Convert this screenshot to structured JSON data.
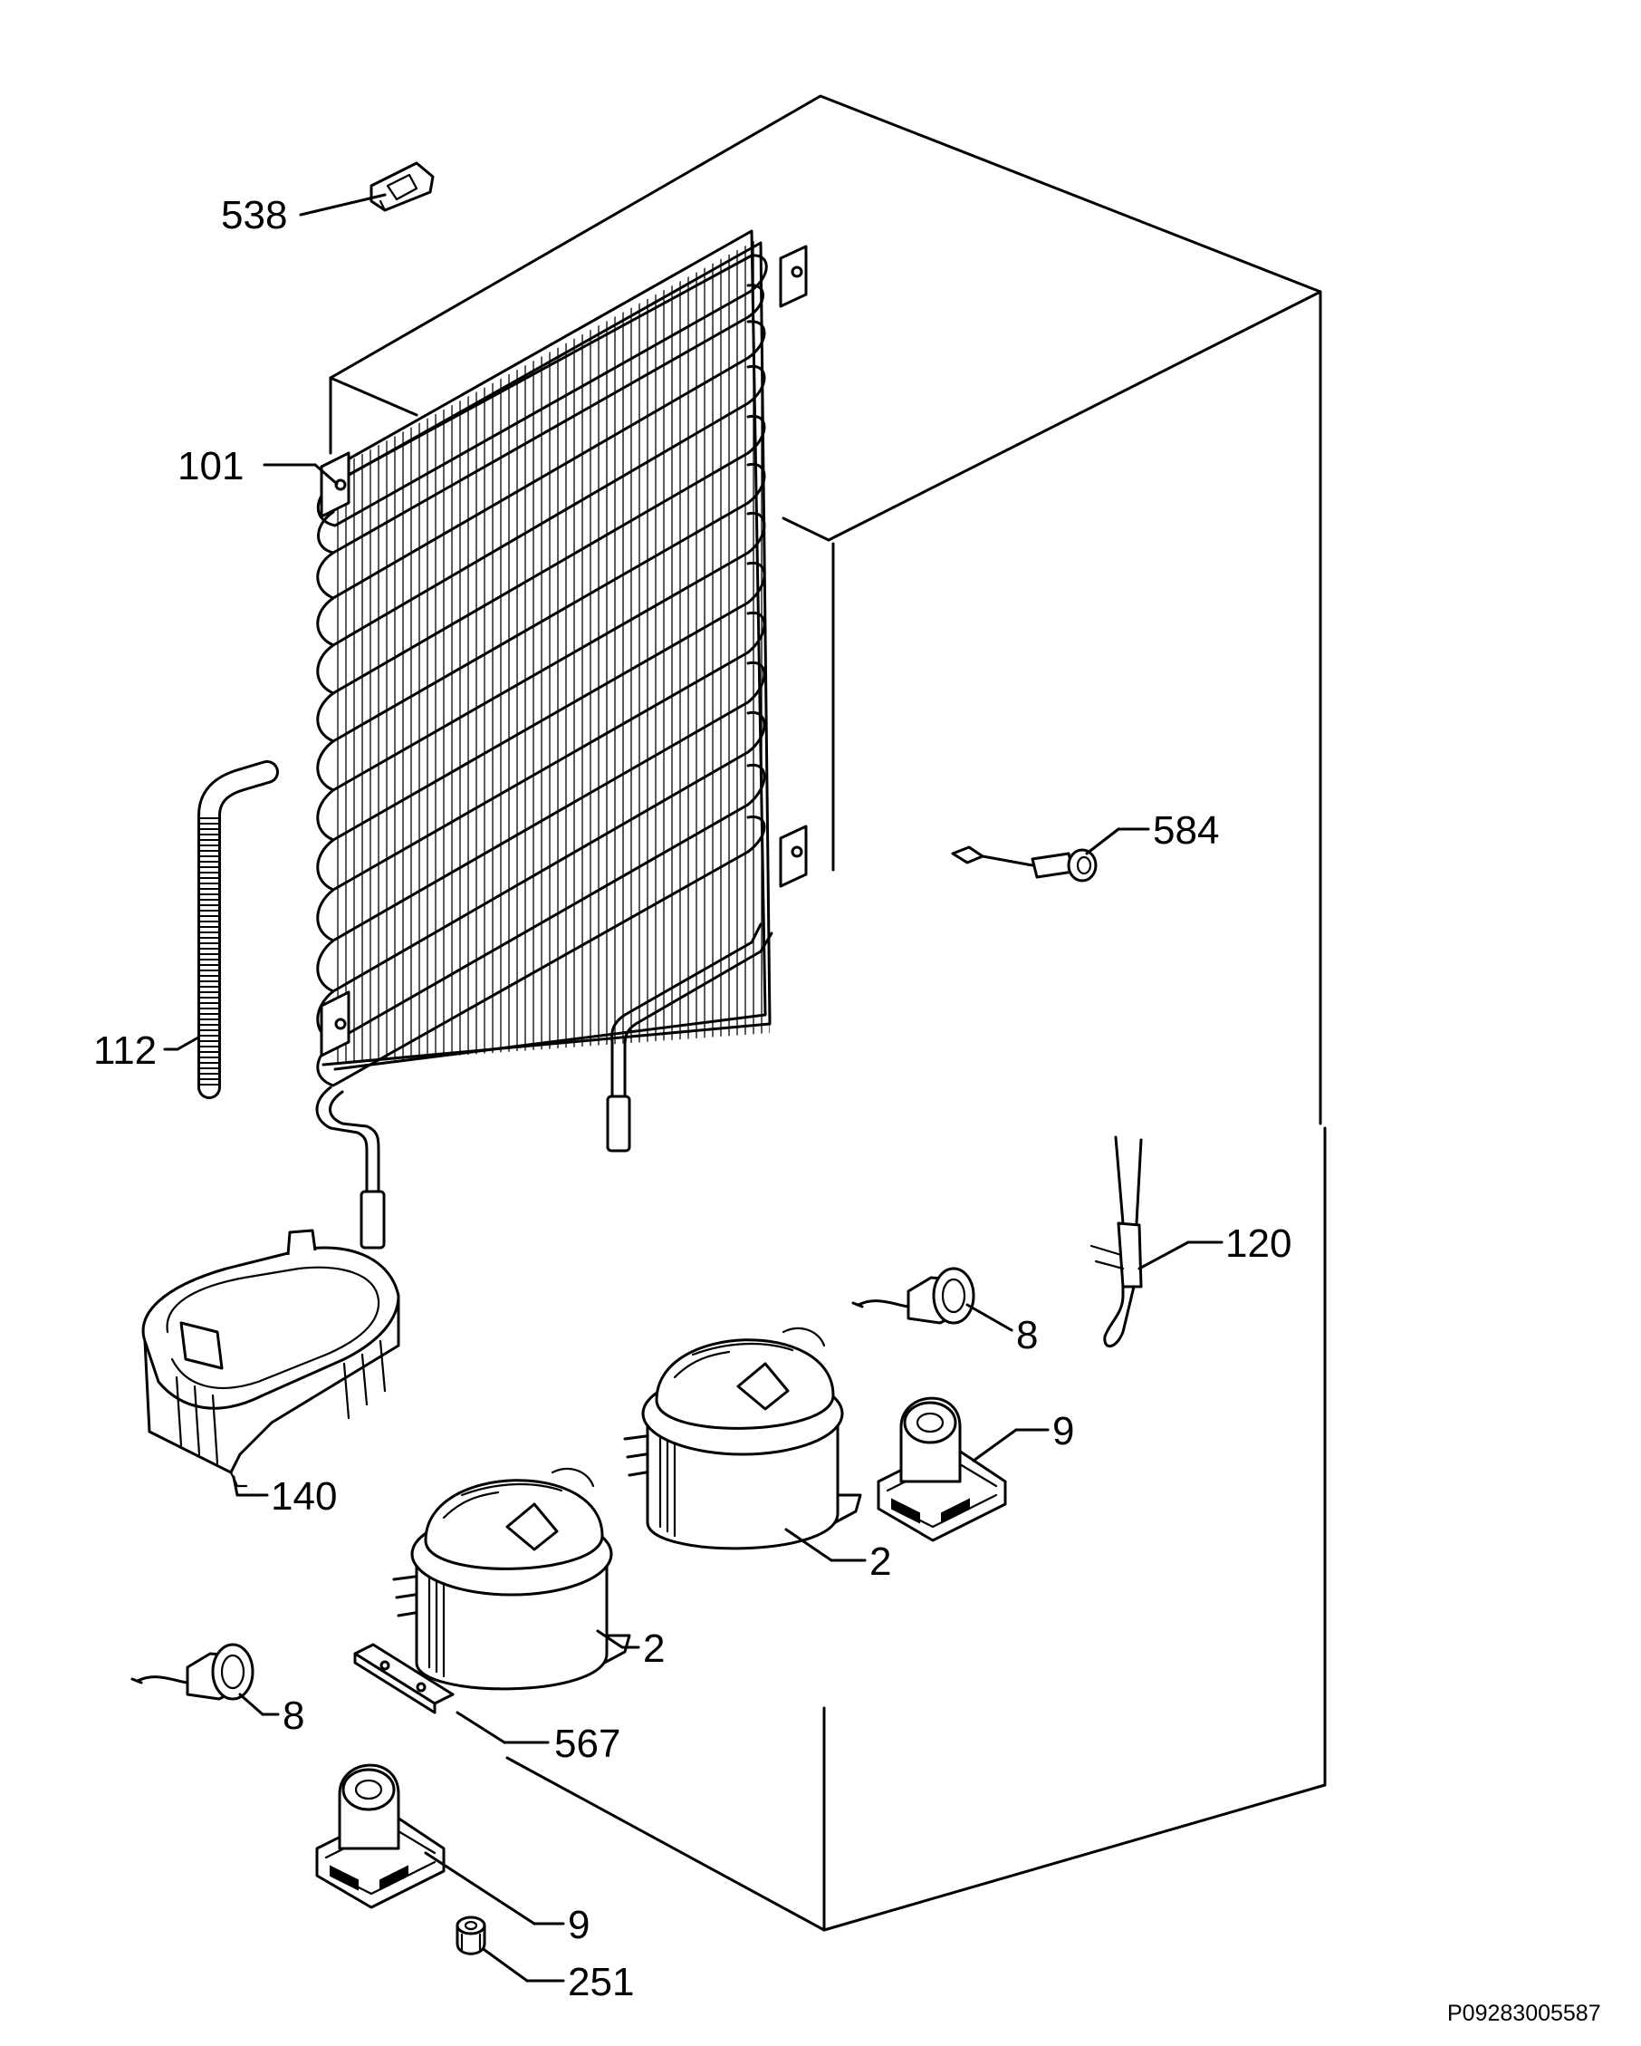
{
  "labels": {
    "l538": "538",
    "l101": "101",
    "l584": "584",
    "l112": "112",
    "l120": "120",
    "l8a": "8",
    "l9a": "9",
    "l140": "140",
    "l2a": "2",
    "l2b": "2",
    "l8b": "8",
    "l567": "567",
    "l9b": "9",
    "l251": "251"
  },
  "drawing_code": "P09283005587"
}
